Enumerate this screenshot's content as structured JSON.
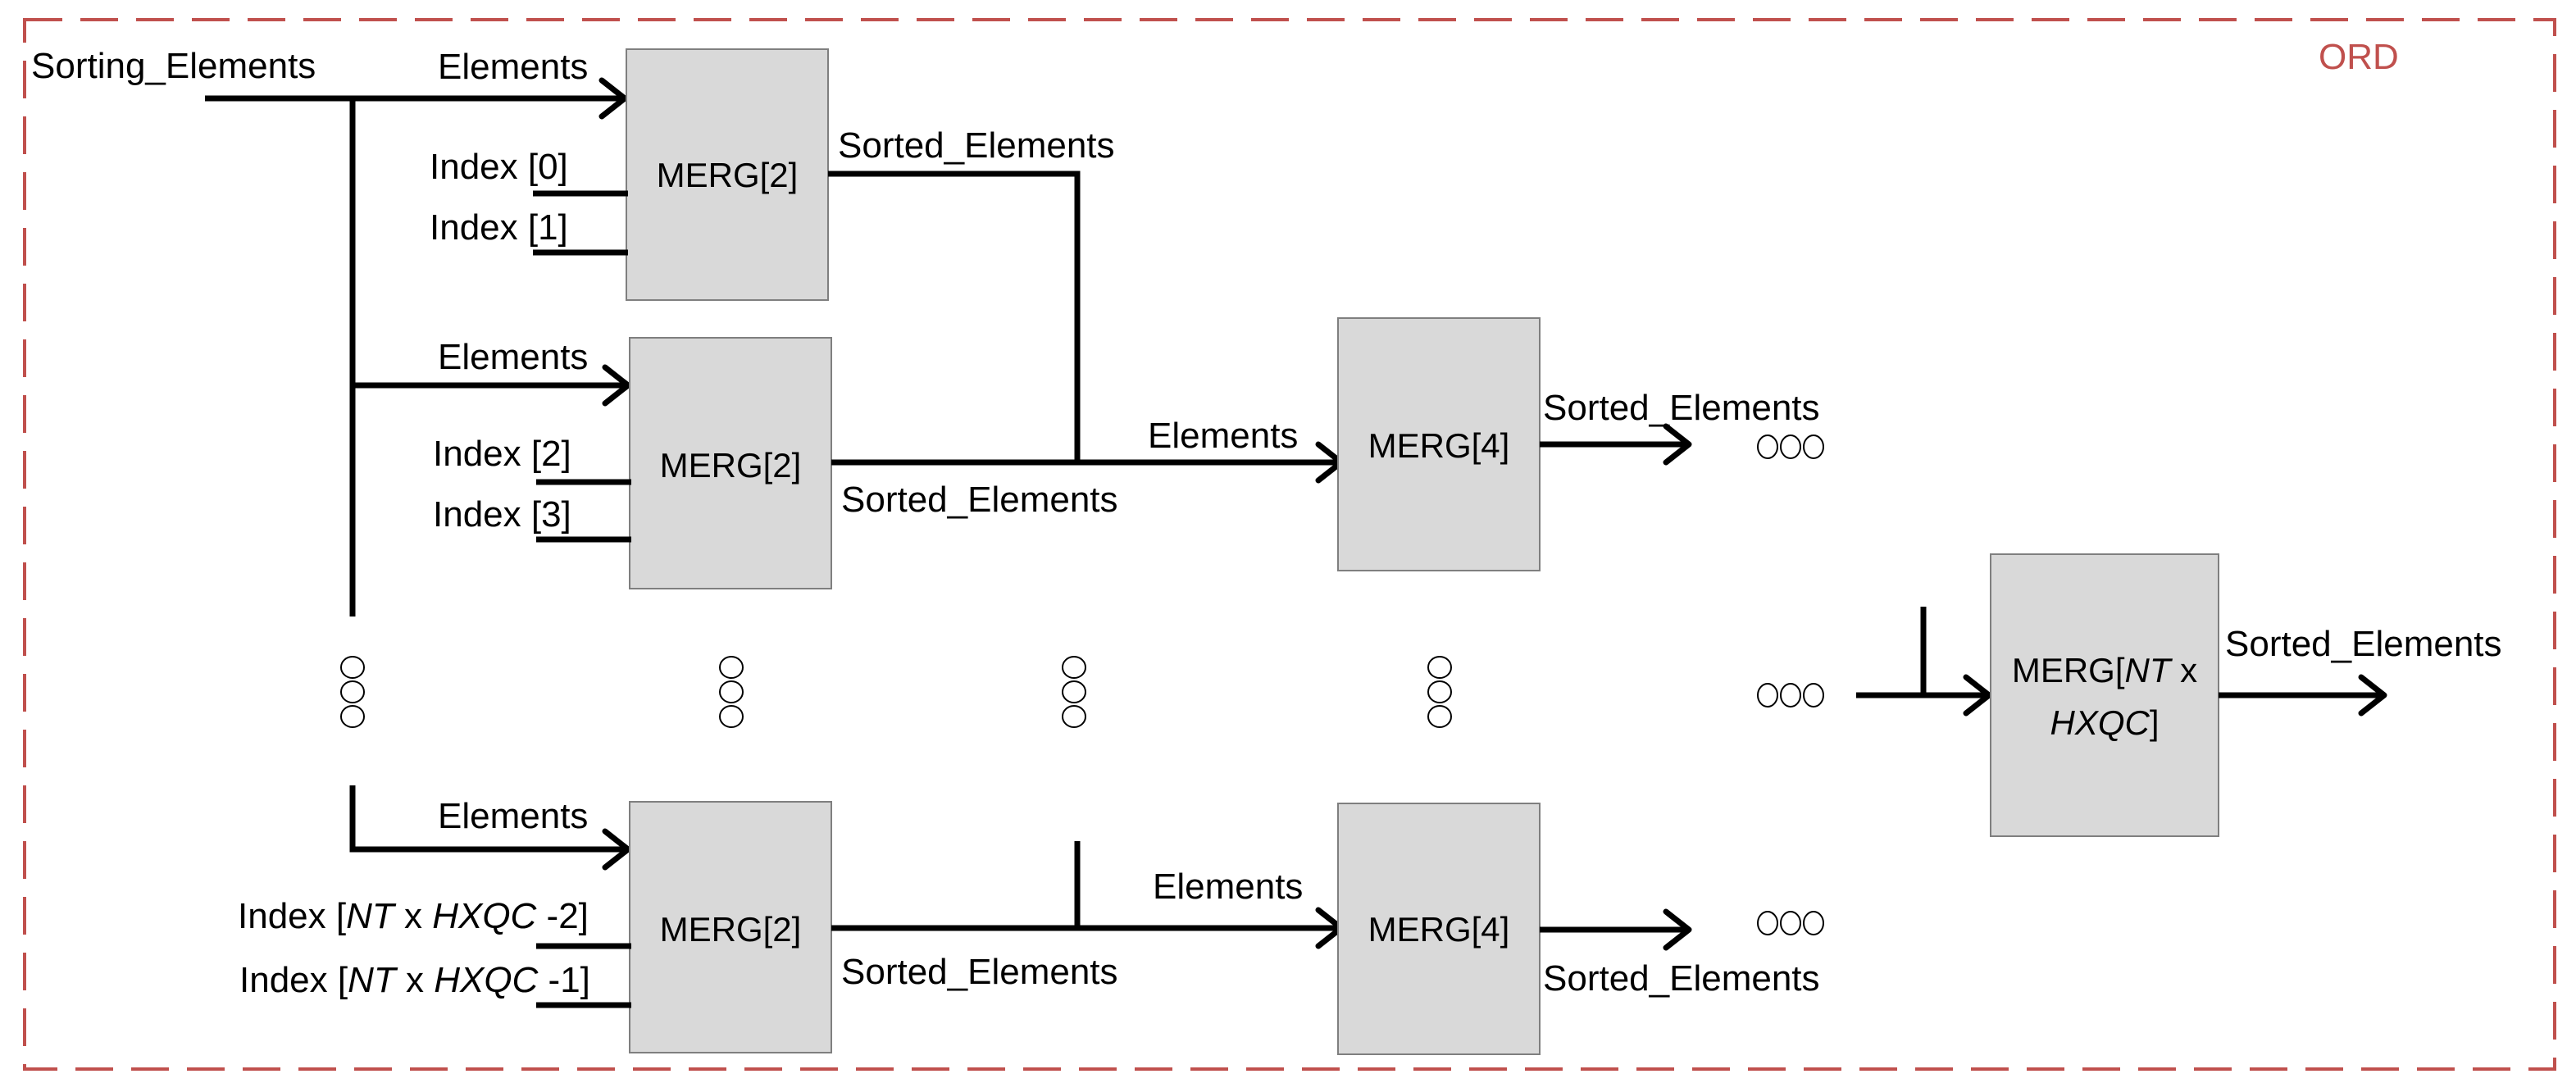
{
  "frame": {
    "label": "ORD",
    "border_color": "#c0504d"
  },
  "colors": {
    "box_fill": "#d9d9d9",
    "box_stroke": "#7f7f7f",
    "wire": "#000000"
  },
  "inputs": {
    "sorting_elements": "Sorting_Elements",
    "elements": "Elements",
    "index_0": "Index [0]",
    "index_1": "Index [1]",
    "index_2": "Index [2]",
    "index_3": "Index [3]",
    "index_last2": {
      "prefix": "Index [",
      "nt": "NT",
      "x": " x ",
      "hxqc": "HXQC",
      "suffix": " -2]"
    },
    "index_last1": {
      "prefix": "Index [",
      "nt": "NT",
      "x": " x ",
      "hxqc": "HXQC",
      "suffix": " -1]"
    }
  },
  "outputs": {
    "sorted_elements": "Sorted_Elements"
  },
  "blocks": {
    "merg2": "MERG[2]",
    "merg4": "MERG[4]",
    "merg_final": {
      "line1_prefix": "MERG[",
      "nt": "NT",
      "x": " x",
      "hxqc": "HXQC",
      "line2_suffix": "]"
    }
  }
}
